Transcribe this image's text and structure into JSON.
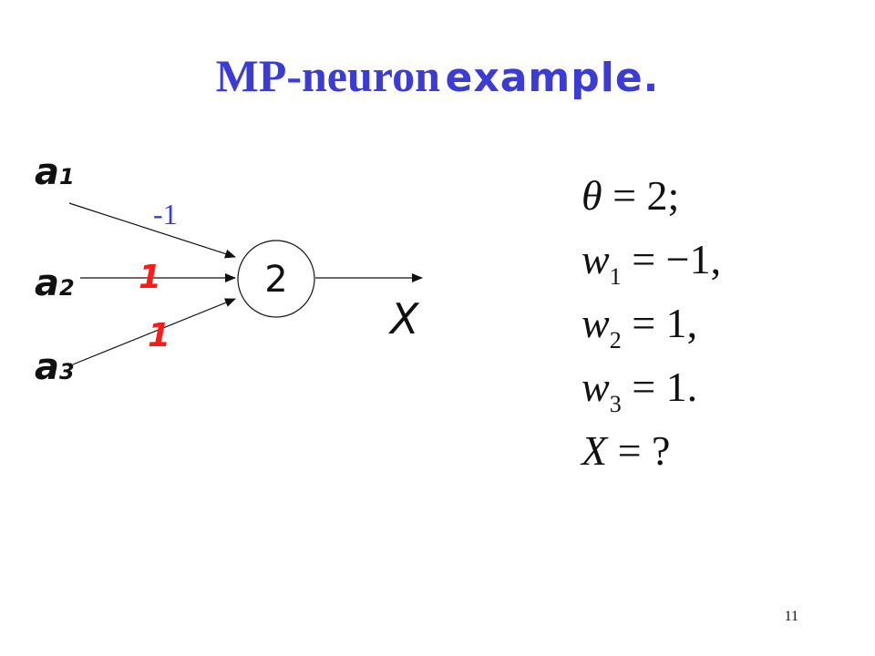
{
  "title": {
    "main": "MP-neuron",
    "emph": "example."
  },
  "colors": {
    "title": "#3b3bd6",
    "weight_negative": "#3b3bd6",
    "weight_positive": "#ff1a1a",
    "ink": "#111111"
  },
  "diagram": {
    "inputs": [
      {
        "base": "a",
        "sub": "1"
      },
      {
        "base": "a",
        "sub": "2"
      },
      {
        "base": "a",
        "sub": "3"
      }
    ],
    "weights": [
      "-1",
      "1",
      "1"
    ],
    "threshold": "2",
    "output": "X"
  },
  "equations": {
    "theta": {
      "lhs": "θ",
      "rhs": "= 2;"
    },
    "w1": {
      "var": "w",
      "sub": "1",
      "rhs": "= −1,"
    },
    "w2": {
      "var": "w",
      "sub": "2",
      "rhs": "= 1,"
    },
    "w3": {
      "var": "w",
      "sub": "3",
      "rhs": "= 1."
    },
    "x": {
      "var": "X",
      "rhs": "= ?"
    }
  },
  "page_number": "11"
}
